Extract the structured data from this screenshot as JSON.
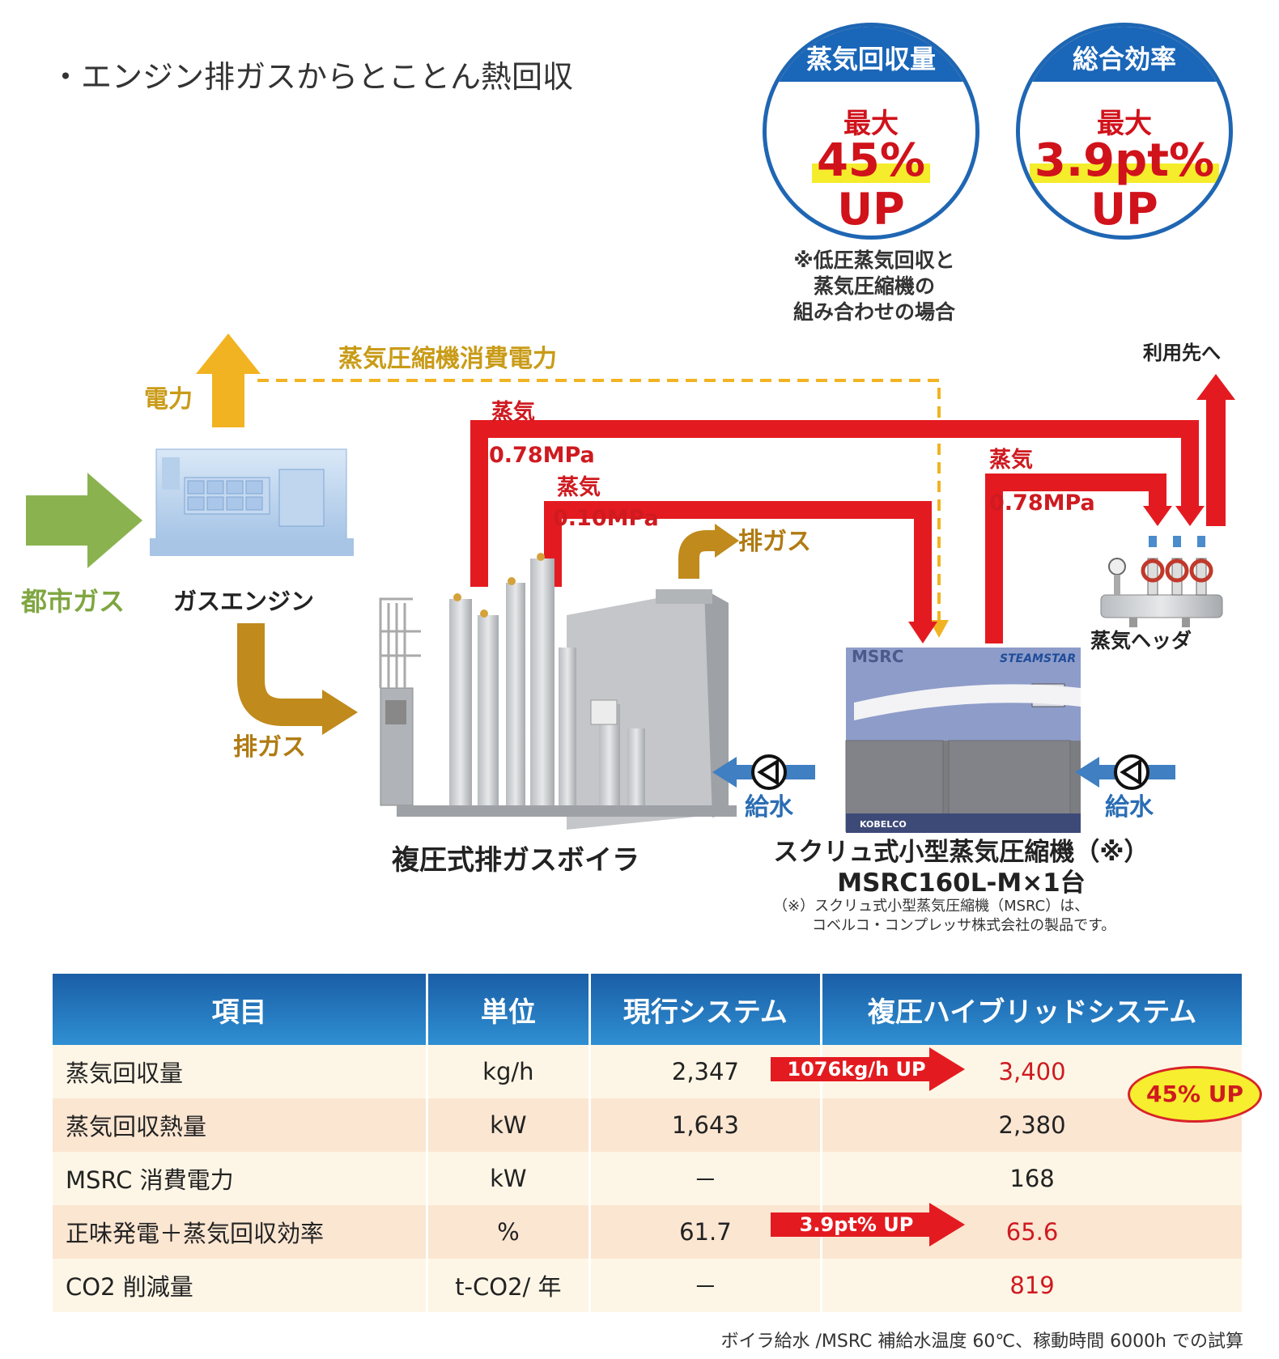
{
  "title": "・エンジン排ガスからとことん熱回収",
  "badges": [
    {
      "caption": "蒸気回収量",
      "line1": "最大",
      "line2": "45%",
      "line3": "UP"
    },
    {
      "caption": "総合効率",
      "line1": "最大",
      "line2": "3.9pt%",
      "line3": "UP"
    }
  ],
  "badge_note": [
    "※低圧蒸気回収と",
    "蒸気圧縮機の",
    "組み合わせの場合"
  ],
  "diagram": {
    "compressor_power": "蒸気圧縮機消費電力",
    "electricity": "電力",
    "steam_a": "蒸気",
    "pressure_a": "0.78MPa",
    "steam_b": "蒸気",
    "pressure_b": "0.10MPa",
    "steam_c": "蒸気",
    "pressure_c": "0.78MPa",
    "exhaust_top": "排ガス",
    "exhaust_left": "排ガス",
    "city_gas": "都市ガス",
    "gas_engine": "ガスエンジン",
    "to_user": "利用先へ",
    "steam_header": "蒸気ヘッダ",
    "feed_water_left": "給水",
    "feed_water_right": "給水",
    "boiler_name": "複圧式排ガスボイラ",
    "compressor_name_1": "スクリュ式小型蒸気圧縮機（※）",
    "compressor_name_2": "MSRC160L-M×1台",
    "compressor_note_1": "（※）スクリュ式小型蒸気圧縮機（MSRC）は、",
    "compressor_note_2": "コベルコ・コンプレッサ株式会社の製品です。",
    "msrc_label": "MSRC",
    "steamstar_label": "STEAMSTAR",
    "kobelco_label": "KOBELCO"
  },
  "table": {
    "headers": [
      "項目",
      "単位",
      "現行システム",
      "複圧ハイブリッドシステム"
    ],
    "rows": [
      {
        "item": "蒸気回収量",
        "unit": "kg/h",
        "current": "2,347",
        "hybrid": "3,400"
      },
      {
        "item": "蒸気回収熱量",
        "unit": "kW",
        "current": "1,643",
        "hybrid": "2,380"
      },
      {
        "item": "MSRC 消費電力",
        "unit": "kW",
        "current": "－",
        "hybrid": "168"
      },
      {
        "item": "正味発電＋蒸気回収効率",
        "unit": "%",
        "current": "61.7",
        "hybrid": "65.6"
      },
      {
        "item": "CO2 削減量",
        "unit": "t-CO2/ 年",
        "current": "－",
        "hybrid": "819"
      }
    ],
    "arrow_1": "1076kg/h UP",
    "arrow_2": "3.9pt% UP",
    "balloon": "45% UP"
  },
  "footnote": "ボイラ給水 /MSRC 補給水温度 60℃、稼動時間 6000h での試算",
  "colors": {
    "steam_red": "#e31b20",
    "power_yellow": "#f2b322",
    "exhaust_brown": "#c08a1c",
    "gas_green": "#8ab34f",
    "water_blue": "#3f7fc2",
    "header_blue": "#1a5ea6"
  }
}
